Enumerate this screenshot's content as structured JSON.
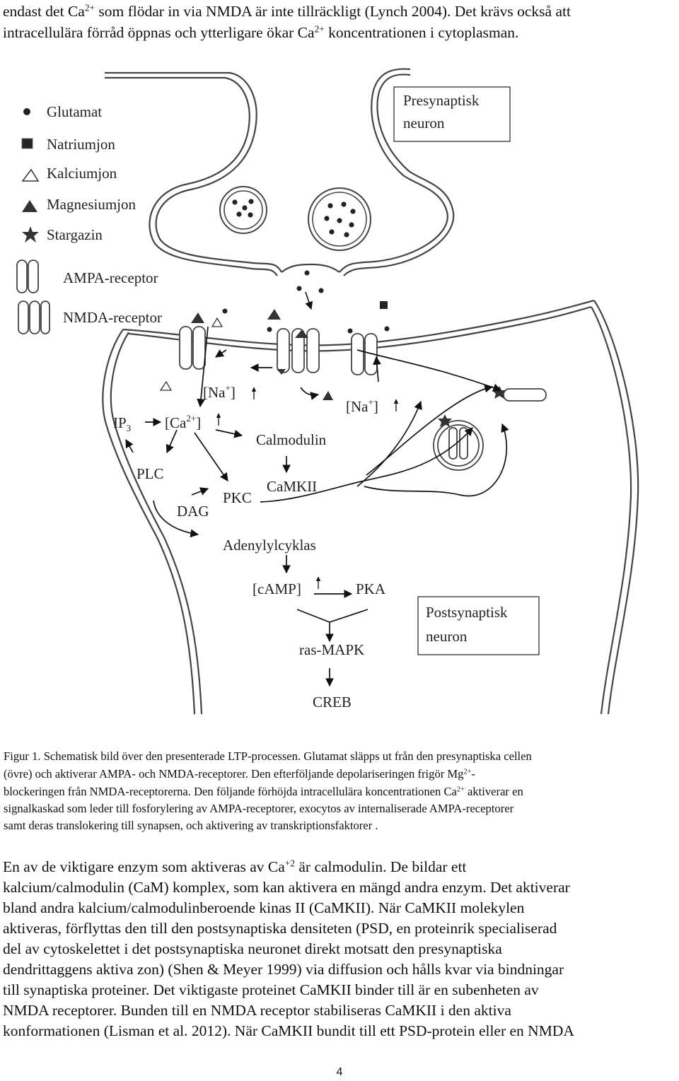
{
  "top_text": {
    "line1": {
      "a": "endast det Ca",
      "sup": "2+",
      "b": " som flödar in via NMDA är inte tillräckligt (Lynch 2004). Det krävs också att"
    },
    "line2": {
      "a": "intracellulära förråd öppnas och ytterligare ökar Ca",
      "sup": "2+",
      "b": " koncentrationen i cytoplasman."
    }
  },
  "figure": {
    "legend": [
      "Glutamat",
      "Natriumjon",
      "Kalciumjon",
      "Magnesiumjon",
      "Stargazin"
    ],
    "receptor_legend": [
      "AMPA-receptor",
      "NMDA-receptor"
    ],
    "presyn_label": [
      "Presynaptisk",
      "neuron"
    ],
    "postsyn_label": [
      "Postsynaptisk",
      "neuron"
    ],
    "labels": {
      "ip3": "IP",
      "ip3_sub": "3",
      "ca": "[Ca",
      "ca_sup": "2+",
      "ca_close": "]",
      "na1": "[Na",
      "na_sup": "+",
      "na_close": "]",
      "na2": "[Na",
      "na2_sup": "+",
      "na2_close": "]",
      "calmodulin": "Calmodulin",
      "plc": "PLC",
      "dag": "DAG",
      "pkc": "PKC",
      "camkii": "CaMKII",
      "adenylylcyklas": "Adenylylcyklas",
      "camp": "[cAMP]",
      "pka": "PKA",
      "rasmapk": "ras-MAPK",
      "creb": "CREB"
    },
    "icons": [
      "glutamate-icon",
      "sodium-ion-icon",
      "calcium-ion-icon",
      "magnesium-ion-icon",
      "stargazin-icon",
      "ampa-receptor-icon",
      "nmda-receptor-icon"
    ]
  },
  "caption": {
    "l1": "Figur 1. Schematisk bild över den presenterade LTP-processen. Glutamat släpps ut från den presynaptiska cellen",
    "l2": "(övre) och aktiverar AMPA- och NMDA-receptorer. Den efterföljande depolariseringen frigör Mg",
    "l2_sup": "2+",
    "l2_end": "-",
    "l3a": "blockeringen från NMDA-receptorerna. Den följande förhöjda intracellulära koncentrationen Ca",
    "l3_sup": "2+",
    "l3b": " aktiverar en",
    "l4": "signalkaskad som leder till fosforylering av AMPA-receptorer, exocytos av internaliserade AMPA-receptorer",
    "l5": "samt deras translokering till synapsen, och aktivering av transkriptionsfaktorer ."
  },
  "body": {
    "p1a": "En av de viktigare enzym som aktiveras av Ca",
    "p1_sup": "+2",
    "p1b": " är calmodulin. De bildar ett",
    "l2": "kalcium/calmodulin (CaM) komplex, som kan aktivera en mängd andra enzym. Det aktiverar",
    "l3": "bland andra kalcium/calmodulinberoende kinas II (CaMKII). När CaMKII molekylen",
    "l4": "aktiveras, förflyttas den till den postsynaptiska densiteten (PSD, en proteinrik specialiserad",
    "l5": "del av cytoskelettet i det postsynaptiska neuronet direkt motsatt den presynaptiska",
    "l6": "dendrittaggens aktiva zon) (Shen & Meyer 1999) via diffusion och hålls kvar via bindningar",
    "l7": "till synaptiska proteiner. Det viktigaste proteinet CaMKII binder till är en subenheten av",
    "l8": "NMDA receptorer. Bunden till en NMDA receptor stabiliseras CaMKII i den aktiva",
    "l9": "konformationen (Lisman et al. 2012). När CaMKII bundit till ett PSD-protein eller en NMDA"
  },
  "page_number": "4"
}
